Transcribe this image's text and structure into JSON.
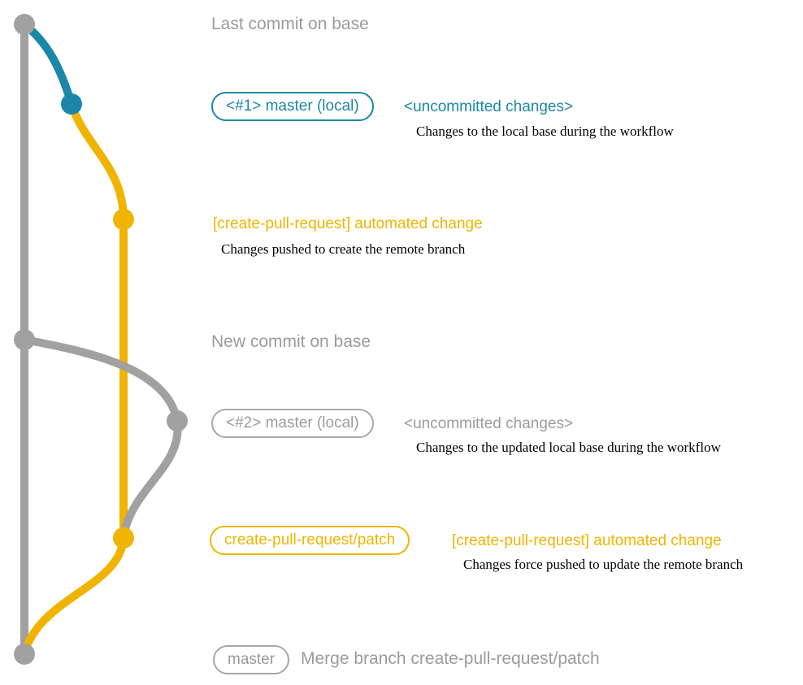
{
  "colors": {
    "gray": "#a1a1a1",
    "gray_text": "#9b9b9b",
    "teal": "#1b87a8",
    "yellow": "#f0b400",
    "black": "#000000"
  },
  "graph": {
    "base_line": "base branch line",
    "nodes": [
      {
        "name": "last-commit-on-base",
        "color_key": "gray"
      },
      {
        "name": "master-local-1",
        "color_key": "teal"
      },
      {
        "name": "automated-change-1",
        "color_key": "yellow"
      },
      {
        "name": "new-commit-on-base",
        "color_key": "gray"
      },
      {
        "name": "master-local-2",
        "color_key": "gray"
      },
      {
        "name": "automated-change-2",
        "color_key": "yellow"
      },
      {
        "name": "merge-commit",
        "color_key": "gray"
      }
    ]
  },
  "annotations": {
    "last_commit_label": "Last commit on base",
    "master_local_1": {
      "badge": "<#1> master (local)",
      "status": "<uncommitted changes>",
      "description": "Changes to the local base during the workflow"
    },
    "automated_change_1": {
      "label": "[create-pull-request] automated change",
      "description": "Changes pushed to create the remote branch"
    },
    "new_commit_label": "New commit on base",
    "master_local_2": {
      "badge": "<#2> master (local)",
      "status": "<uncommitted changes>",
      "description": "Changes to the updated local base during the workflow"
    },
    "patch_branch": {
      "badge": "create-pull-request/patch",
      "label": "[create-pull-request] automated change",
      "description": "Changes force pushed to update the remote branch"
    },
    "merge": {
      "badge": "master",
      "label": "Merge branch create-pull-request/patch"
    }
  }
}
